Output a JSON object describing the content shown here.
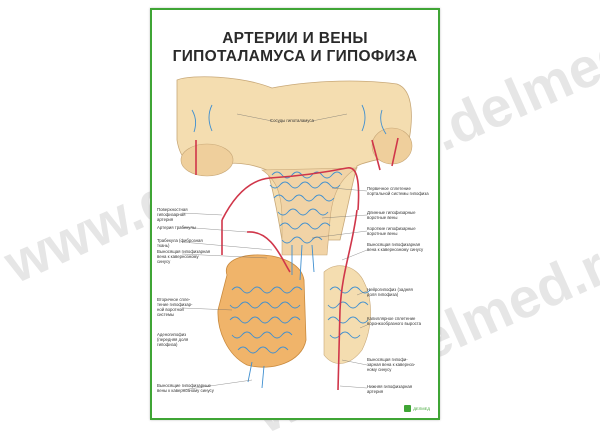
{
  "title_line1": "АРТЕРИИ И ВЕНЫ",
  "title_line2": "ГИПОТАЛАМУСА И ГИПОФИЗА",
  "watermark": "www.delmed.ru",
  "logo_text": "ДЕЛМЕД",
  "labels": {
    "sosudy": "Сосуды гипоталамуса",
    "poverhnostnaya": "Поверхностная гипофизарная артерия",
    "arteriya_trabekuly": "Артерия трабекулы",
    "trabekula": "Трабекула (фиброзная ткань)",
    "vynosyashchaya_top": "Выносящая гипофизарная вена к кавернозному синусу",
    "vtorichnoe": "Вторичное спле-тение гипофизар-ной воротной системы",
    "adenogipofiz": "Аденогипофиз (передняя доля гипофиза)",
    "vynosyashchie_bottom": "Выносящие гипофизарные вены к кавернозному синусу",
    "pervichnoe": "Первичное сплетение портальной системы гипофиза",
    "dlinnye": "Длинные гипофизарные воротные вены",
    "korotkie": "Короткие гипофизарные воротные вены",
    "vynosyashchaya_right": "Выносящая гипофизарная вена к кавернозному синусу",
    "neirogipofiz": "Нейрогипофиз (задняя доля гипофиза)",
    "kapillyarnoe": "Капиллярное сплетение воронкообразного выроста",
    "vynosyashchaya_right2": "Выносящая гипофи-зарная вена к каверноз-ному синусу",
    "nizhnyaya": "Нижняя гипофизарная артерия"
  },
  "colors": {
    "artery": "#d0364a",
    "vein": "#3f8fd0",
    "tissue": "#f4ddb0",
    "gland": "#f0b46a",
    "border": "#3fa535"
  }
}
